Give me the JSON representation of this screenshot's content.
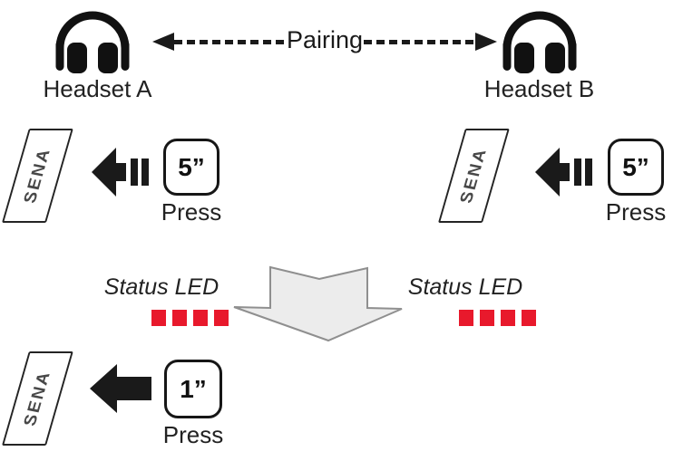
{
  "header": {
    "headset_a_label": "Headset A",
    "headset_b_label": "Headset B",
    "pairing_label": "Pairing"
  },
  "step1": {
    "left": {
      "device_logo": "SENA",
      "button_label": "5”",
      "press_label": "Press"
    },
    "right": {
      "device_logo": "SENA",
      "button_label": "5”",
      "press_label": "Press"
    }
  },
  "status": {
    "left": {
      "label": "Status LED",
      "led_count": 4
    },
    "right": {
      "label": "Status LED",
      "led_count": 4
    }
  },
  "step2": {
    "device_logo": "SENA",
    "button_label": "1”",
    "press_label": "Press"
  },
  "icons": {
    "headset": "headphones-icon",
    "pairing_link": "dashed-double-arrow-icon",
    "press_hold": "arrow-left-hold-icon",
    "press_short": "arrow-left-icon",
    "flow": "big-down-arrow-icon"
  },
  "colors": {
    "ink": "#1a1a1a",
    "led_red": "#e8192c",
    "logo_gray": "#484848",
    "big_arrow_fill": "#ececec",
    "big_arrow_stroke": "#8f8f8f"
  }
}
